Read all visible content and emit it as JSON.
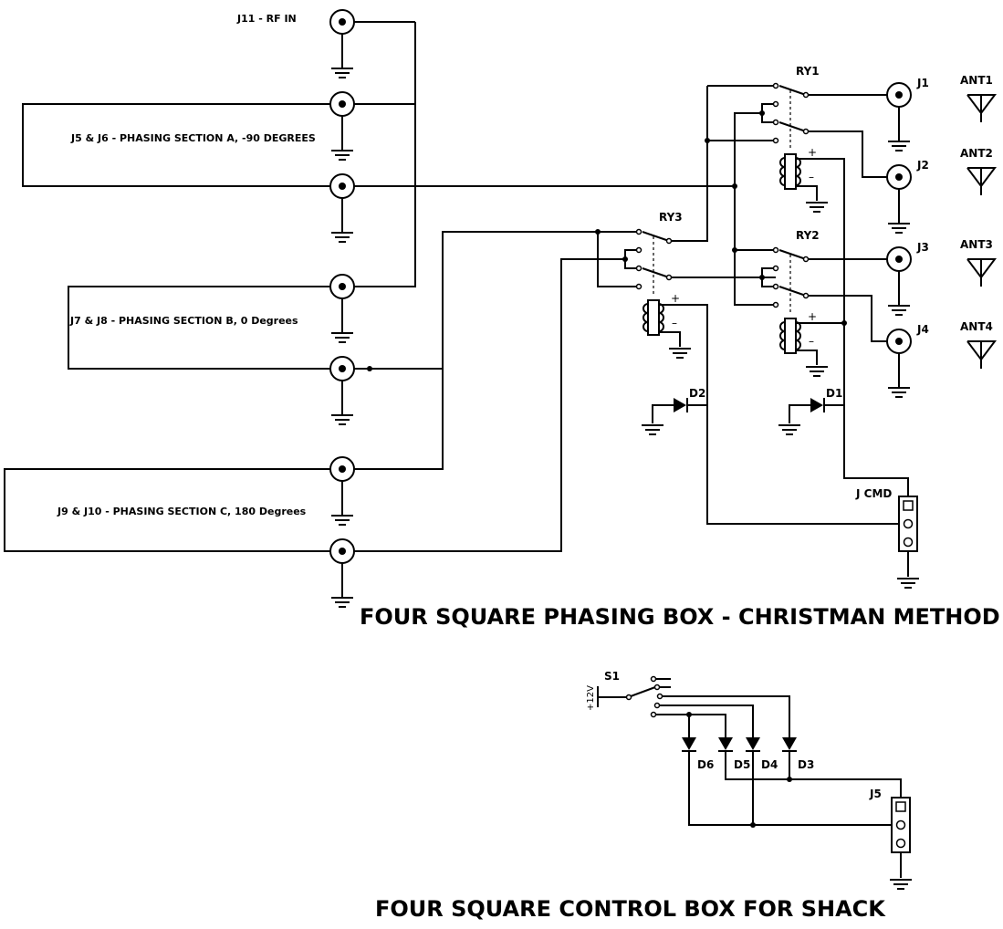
{
  "diagram": {
    "titles": {
      "phasing_box": "FOUR SQUARE PHASING BOX - CHRISTMAN METHOD",
      "control_box": "FOUR SQUARE CONTROL BOX FOR SHACK"
    },
    "connector_labels": {
      "rf_in": "J11 - RF IN",
      "section_a": "J5 & J6 - PHASING SECTION A, -90 DEGREES",
      "section_b": "J7 & J8 - PHASING SECTION B, 0 Degrees",
      "section_c": "J9 & J10 - PHASING SECTION C, 180 Degrees"
    },
    "relays": [
      "RY1",
      "RY2",
      "RY3"
    ],
    "output_jacks": [
      "J1",
      "J2",
      "J3",
      "J4"
    ],
    "antennas": [
      "ANT1",
      "ANT2",
      "ANT3",
      "ANT4"
    ],
    "diodes": {
      "phasing": [
        "D1",
        "D2"
      ],
      "control": [
        "D3",
        "D4",
        "D5",
        "D6"
      ]
    },
    "control_connectors": {
      "phasing_box": "J CMD",
      "shack": "J5"
    },
    "switch": "S1",
    "supply": "+12V",
    "coil_polarity": {
      "plus": "+",
      "minus": "–"
    }
  }
}
